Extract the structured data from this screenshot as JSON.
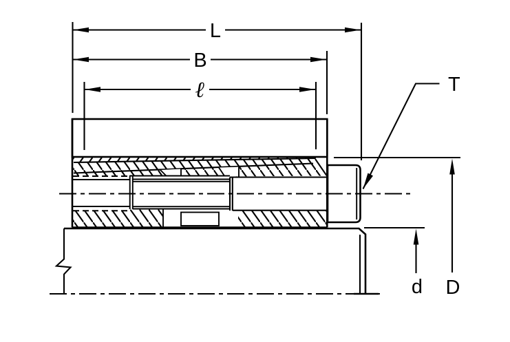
{
  "drawing": {
    "type": "locking-assembly-section-drawing",
    "labels": {
      "L": "L",
      "B": "B",
      "ell": "ℓ",
      "T": "T",
      "d": "d",
      "D": "D"
    }
  },
  "colors": {
    "ink": "#000000",
    "background": "#ffffff"
  }
}
